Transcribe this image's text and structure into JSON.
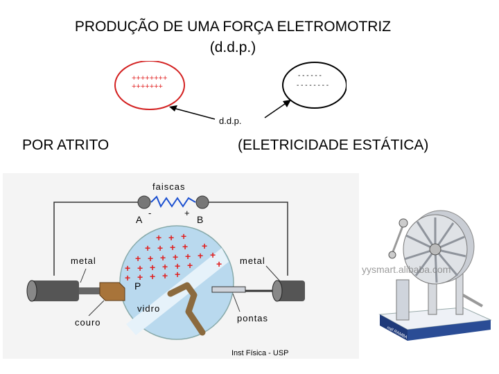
{
  "slide": {
    "title_line1": "PRODUÇÃO DE UMA FORÇA ELETROMOTRIZ",
    "title_line2": "(d.d.p.)",
    "left_heading": "POR ATRITO",
    "right_heading": "(ELETRICIDADE ESTÁTICA)"
  },
  "top_diagram": {
    "positive_row1": "++++++++",
    "positive_row2": "+++++++",
    "negative_row1": "- - - - - -",
    "negative_row2": "- - - - - - - -",
    "label": "d.d.p."
  },
  "machine_diagram": {
    "sparks_label": "faiscas",
    "label_a": "A",
    "label_b": "B",
    "minus_sign": "-",
    "plus_sign": "+",
    "metal_left": "metal",
    "metal_right": "metal",
    "label_p": "P",
    "glass_label": "vidro",
    "leather_label": "couro",
    "points_label": "pontas",
    "credit": "Inst Física - USP"
  },
  "photo": {
    "watermark": "yysmart.alibaba.com",
    "plate_text": "nall RAMBA"
  },
  "colors": {
    "red_circle": "#d32020",
    "plus_red": "#e02020",
    "glass_blue": "#b9d9ee"
  }
}
